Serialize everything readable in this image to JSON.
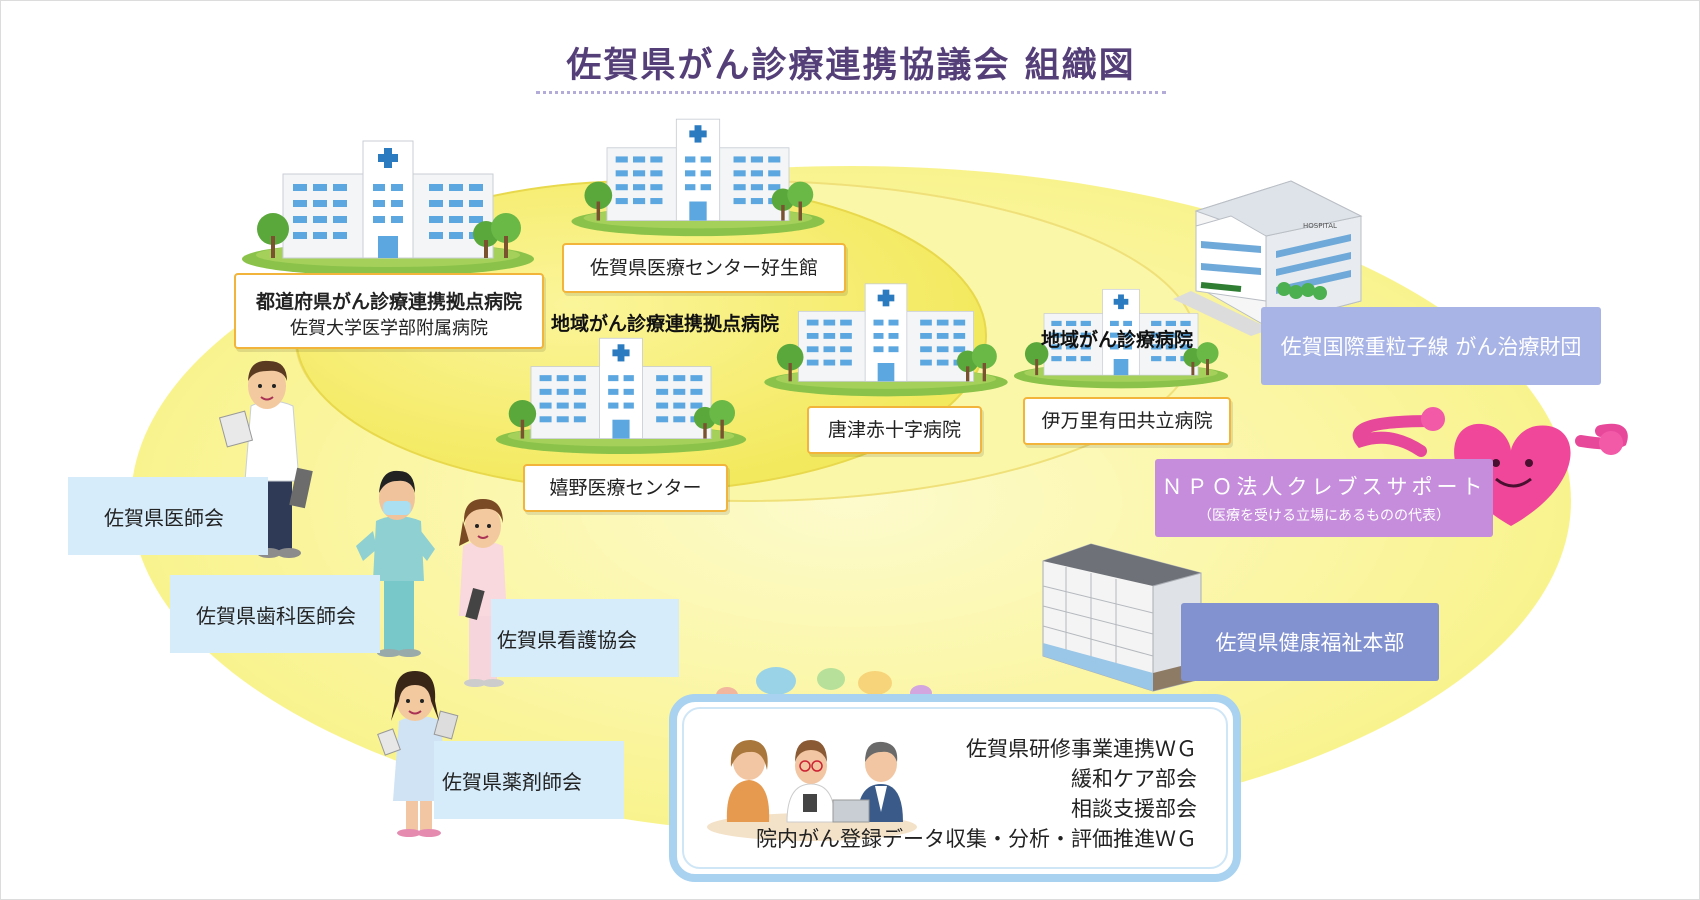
{
  "title": "佐賀県がん診療連携協議会 組織図",
  "hospitals": {
    "prefectural_hub": {
      "category": "都道府県がん診療連携拠点病院",
      "name": "佐賀大学医学部附属病院"
    },
    "regional_hub_category": "地域がん診療連携拠点病院",
    "koseikan": "佐賀県医療センター好生館",
    "ureshino": "嬉野医療センター",
    "karatsu": "唐津赤十字病院",
    "regional_category": "地域がん診療病院",
    "imari": "伊万里有田共立病院"
  },
  "associations": {
    "medical": "佐賀県医師会",
    "dental": "佐賀県歯科医師会",
    "nursing": "佐賀県看護協会",
    "pharma": "佐賀県薬剤師会"
  },
  "organizations": {
    "ion_beam": "佐賀国際重粒子線 がん治療財団",
    "npo": {
      "name": "ＮＰＯ法人クレブスサポート",
      "note": "（医療を受ける立場にあるものの代表）"
    },
    "health_dept": "佐賀県健康福祉本部"
  },
  "working_groups": [
    "佐賀県研修事業連携ＷＧ",
    "緩和ケア部会",
    "相談支援部会",
    "院内がん登録データ収集・分析・評価推進ＷＧ"
  ],
  "hospital_sign": "HOSPITAL",
  "colors": {
    "title": "#553f78",
    "outer_ellipse": "#fbf7a6",
    "inner_ellipse": "#f7ee6d",
    "box_border": "#f2b43a",
    "association_box": "#d6ecfb",
    "ion_beam_box": "#a9b4e6",
    "npo_box": "#c58ddb",
    "health_dept_box": "#8291cf",
    "wg_border": "#a8d2f0"
  },
  "icons": [
    "hospital-building-icon",
    "tree-icon",
    "doctor-figure-icon",
    "dentist-figure-icon",
    "nurse-figure-icon",
    "pharmacist-figure-icon",
    "heart-mascot-icon",
    "office-building-icon",
    "speech-bubble-icon"
  ]
}
